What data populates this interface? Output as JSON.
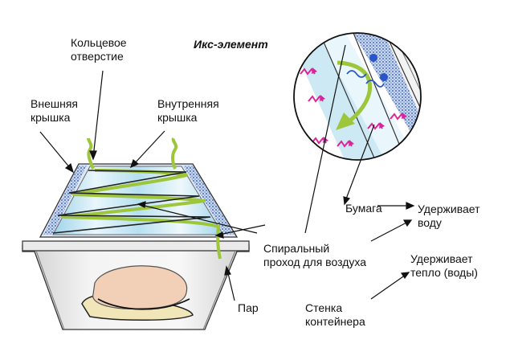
{
  "labels": {
    "ring_opening": [
      "Кольцевое",
      "отверстие"
    ],
    "x_element": "Икс-элемент",
    "outer_lid": [
      "Внешняя",
      "крышка"
    ],
    "inner_lid": [
      "Внутренняя",
      "крышка"
    ],
    "paper": "Бумага",
    "retains_water": [
      "Удерживает",
      "воду"
    ],
    "spiral_passage": [
      "Спиральный",
      "проход для воздуха"
    ],
    "retains_heat": [
      "Удерживает",
      "тепло (воды)"
    ],
    "steam": "Пар",
    "container_wall": [
      "Стенка",
      "контейнера"
    ]
  },
  "colors": {
    "spiral_green": "#9dc63b",
    "inner_lid_blue": "#bfe3f2",
    "paper_dots": "#4a6fb5",
    "magenta_heat": "#e0219c",
    "water_blue": "#2a55c8",
    "food": "#f2d0b8",
    "container": "#e6e6e6"
  }
}
